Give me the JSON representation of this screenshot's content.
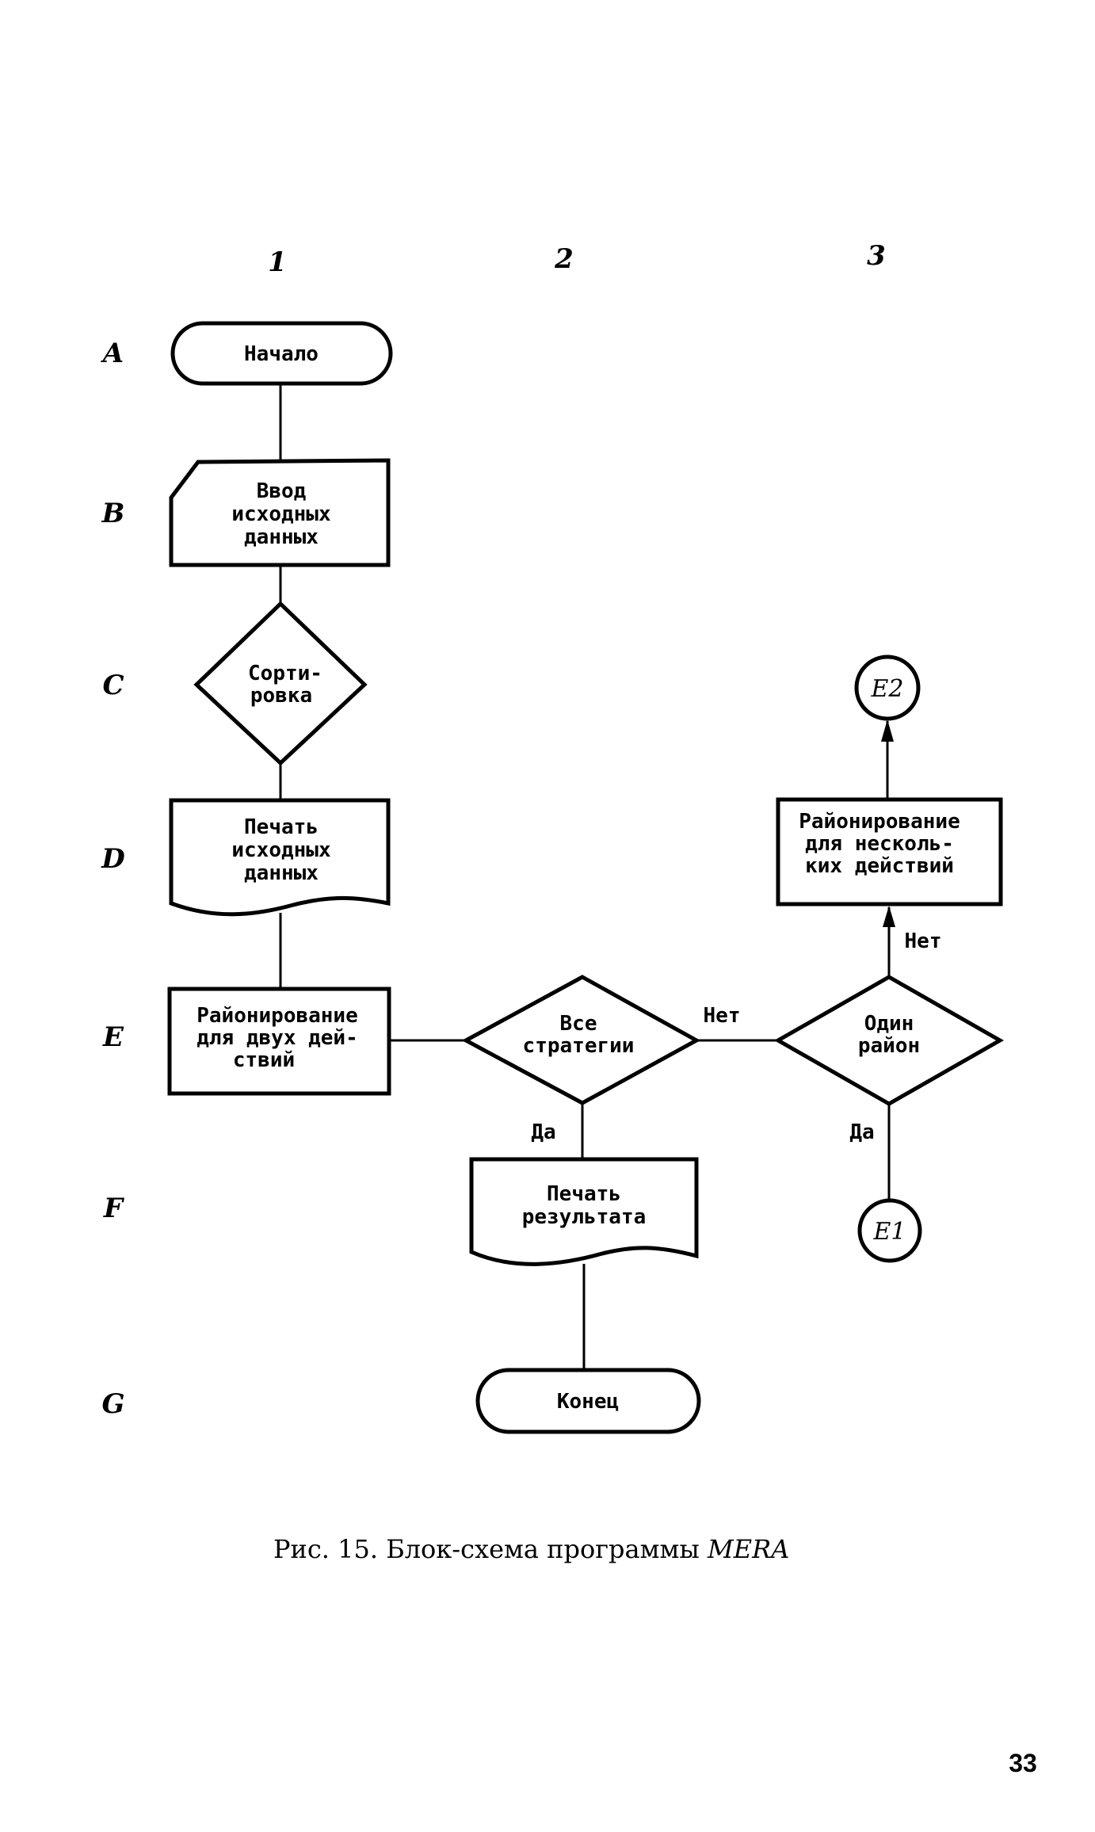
{
  "columns": [
    "1",
    "2",
    "3"
  ],
  "rows": [
    "A",
    "B",
    "C",
    "D",
    "E",
    "F",
    "G"
  ],
  "blocks": {
    "start": {
      "lines": [
        "Начало"
      ]
    },
    "input": {
      "lines": [
        "Ввод",
        "исходных",
        "данных"
      ]
    },
    "sort": {
      "lines": [
        "Сорти-",
        "ровка"
      ]
    },
    "print_input": {
      "lines": [
        "Печать",
        "исходных",
        "данных"
      ]
    },
    "zoning_two": {
      "lines": [
        "Районирование",
        "для двух дей-",
        "ствий"
      ]
    },
    "all_strategies": {
      "lines": [
        "Все",
        "стратегии"
      ]
    },
    "one_region": {
      "lines": [
        "Один",
        "район"
      ]
    },
    "zoning_many": {
      "lines": [
        "Районирование",
        "для несколь-",
        "ких действий"
      ]
    },
    "print_result": {
      "lines": [
        "Печать",
        "результата"
      ]
    },
    "end": {
      "lines": [
        "Конец"
      ]
    },
    "connector_e1": "E1",
    "connector_e2": "E2"
  },
  "labels": {
    "no_strategies": "Нет",
    "yes_strategies": "Да",
    "no_region": "Нет",
    "yes_region": "Да"
  },
  "caption": {
    "prefix": "Рис. 15. Блок-схема программы ",
    "program": "MERA"
  },
  "page_number": "33"
}
